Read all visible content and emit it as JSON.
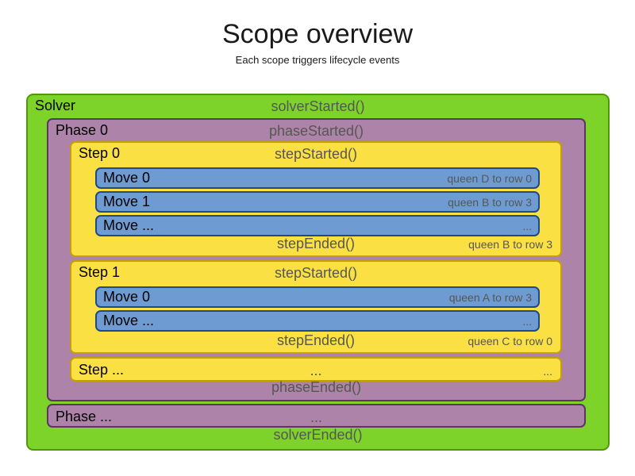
{
  "page": {
    "title": "Scope overview",
    "subtitle": "Each scope triggers lifecycle events"
  },
  "colors": {
    "solver_fill": "#7dd32a",
    "solver_border": "#4e9a06",
    "phase_fill": "#ae83a9",
    "phase_border": "#5c3566",
    "step_fill": "#fbe043",
    "step_border": "#c4a000",
    "move_fill": "#6e9cd2",
    "move_border": "#204a87",
    "event_text": "#555753"
  },
  "solver": {
    "label": "Solver",
    "started": "solverStarted()",
    "ended": "solverEnded()",
    "phases": [
      {
        "label": "Phase 0",
        "started": "phaseStarted()",
        "ended": "phaseEnded()",
        "steps": [
          {
            "label": "Step 0",
            "started": "stepStarted()",
            "ended": "stepEnded()",
            "ended_note": "queen B to row 3",
            "moves": [
              {
                "label": "Move 0",
                "note": "queen D to row 0"
              },
              {
                "label": "Move 1",
                "note": "queen B to row 3"
              },
              {
                "label": "Move ...",
                "note": "..."
              }
            ]
          },
          {
            "label": "Step 1",
            "started": "stepStarted()",
            "ended": "stepEnded()",
            "ended_note": "queen C to row 0",
            "moves": [
              {
                "label": "Move 0",
                "note": "queen A to row 3"
              },
              {
                "label": "Move ...",
                "note": "..."
              }
            ]
          },
          {
            "label": "Step ...",
            "center": "...",
            "right": "..."
          }
        ]
      },
      {
        "label": "Phase ...",
        "center": "..."
      }
    ]
  }
}
